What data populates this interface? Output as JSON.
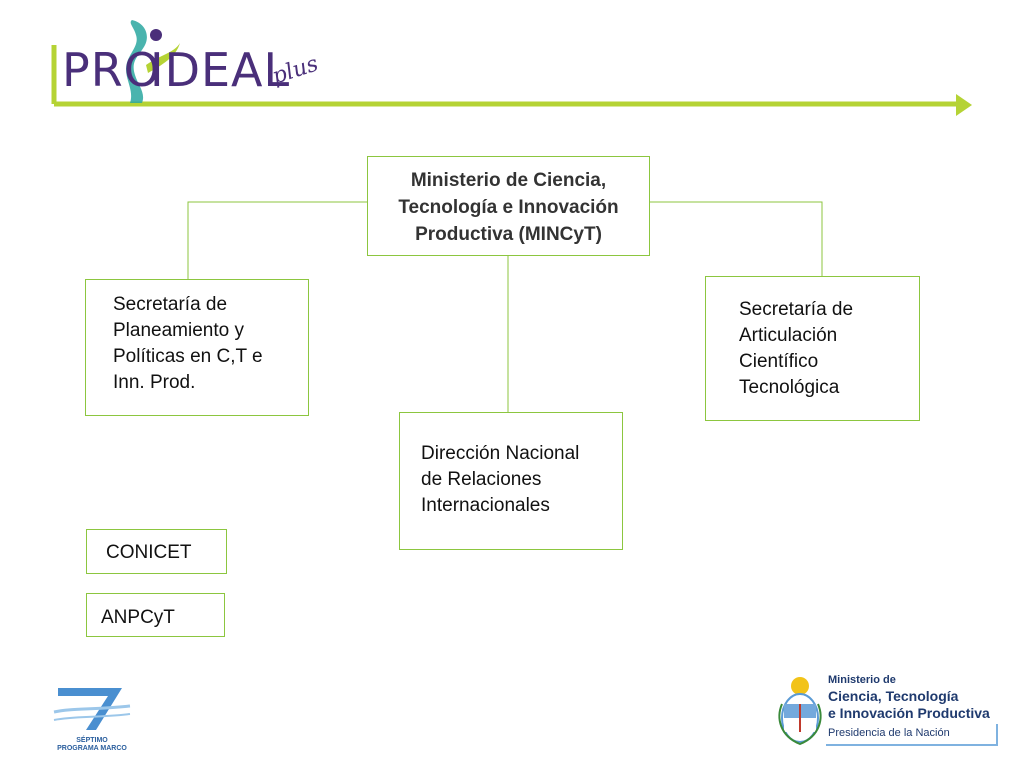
{
  "header": {
    "logo_word_left": "PRO",
    "logo_word_right": "IDEAL",
    "logo_plus": "plus",
    "brand_colors": {
      "purple": "#4a2f7a",
      "green": "#b5d335",
      "teal": "#2aa7a0"
    }
  },
  "orgchart": {
    "root": "Ministerio de Ciencia, Tecnología e Innovación Productiva (MINCyT)",
    "left_lines": [
      "Secretaría de",
      "Planeamiento y",
      "Políticas en C,T e",
      "Inn. Prod."
    ],
    "right_lines": [
      "Secretaría de",
      "Articulación",
      "Científico",
      "Tecnológica"
    ],
    "center_lines": [
      "Dirección Nacional",
      "de Relaciones",
      "Internacionales"
    ]
  },
  "standalone": {
    "conicet": "CONICET",
    "anpcyt": "ANPCyT"
  },
  "footer": {
    "fp7_line1": "SÉPTIMO",
    "fp7_line2": "PROGRAMA MARCO",
    "ministry_small": "Ministerio de",
    "ministry_line1": "Ciencia, Tecnología",
    "ministry_line2": "e Innovación Productiva",
    "ministry_pres": "Presidencia de la Nación"
  }
}
